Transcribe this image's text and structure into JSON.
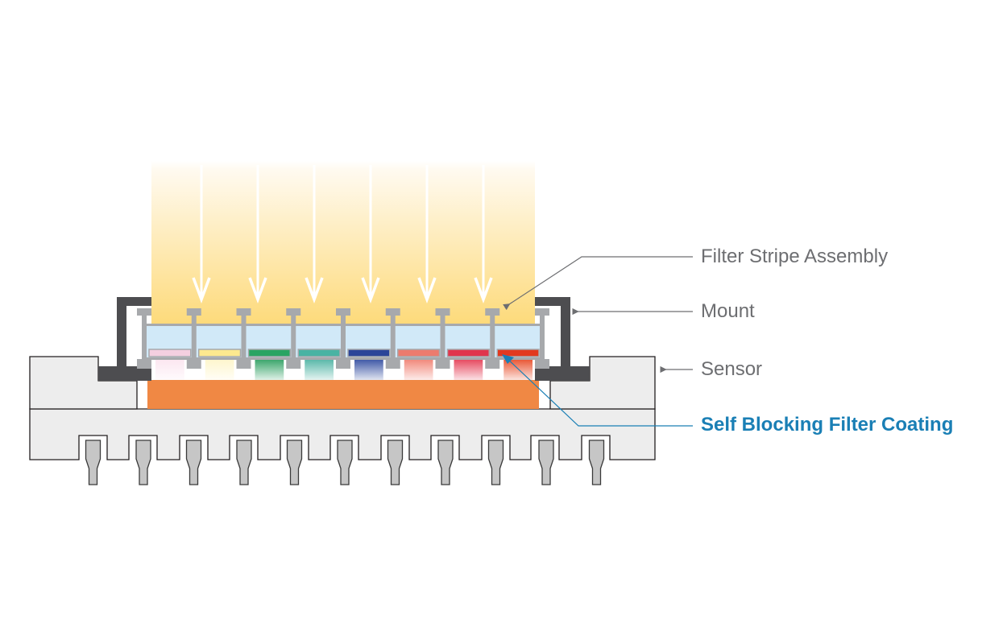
{
  "diagram": {
    "title": "Filter stripe assembly mounted on image sensor cross-section",
    "labels": {
      "filter_stripe_assembly": "Filter Stripe Assembly",
      "mount": "Mount",
      "sensor": "Sensor",
      "self_blocking_filter_coating": "Self Blocking Filter Coating"
    },
    "colors": {
      "light_top": "#fffaf0",
      "light_bottom": "#fdd976",
      "arrow": "#ffffff",
      "frame": "#a7a9ac",
      "glass": "#d1e9f8",
      "mount": "#4d4d50",
      "sensor_body": "#ededed",
      "sensor_die": "#f08844",
      "pin": "#c6c6c6",
      "outline": "#231f20",
      "callout_gray": "#6d6e71",
      "callout_blue": "#1a7fb5"
    },
    "filter_stripes": [
      {
        "name": "pink",
        "coating": "#f4cfe0",
        "body": "#fbe4ef"
      },
      {
        "name": "yellow",
        "coating": "#fde98f",
        "body": "#fef5c8"
      },
      {
        "name": "green",
        "coating": "#29a463",
        "body": "#2a9e5e"
      },
      {
        "name": "teal",
        "coating": "#49b3a3",
        "body": "#4bb2a2"
      },
      {
        "name": "blue",
        "coating": "#2b4598",
        "body": "#2f4a9f"
      },
      {
        "name": "salmon",
        "coating": "#ec7b6e",
        "body": "#f07f70"
      },
      {
        "name": "crimson",
        "coating": "#e0354d",
        "body": "#e43a52"
      },
      {
        "name": "red",
        "coating": "#e2391f",
        "body": "#e74924"
      }
    ],
    "light_arrow_count": 6,
    "pin_count": 11
  }
}
